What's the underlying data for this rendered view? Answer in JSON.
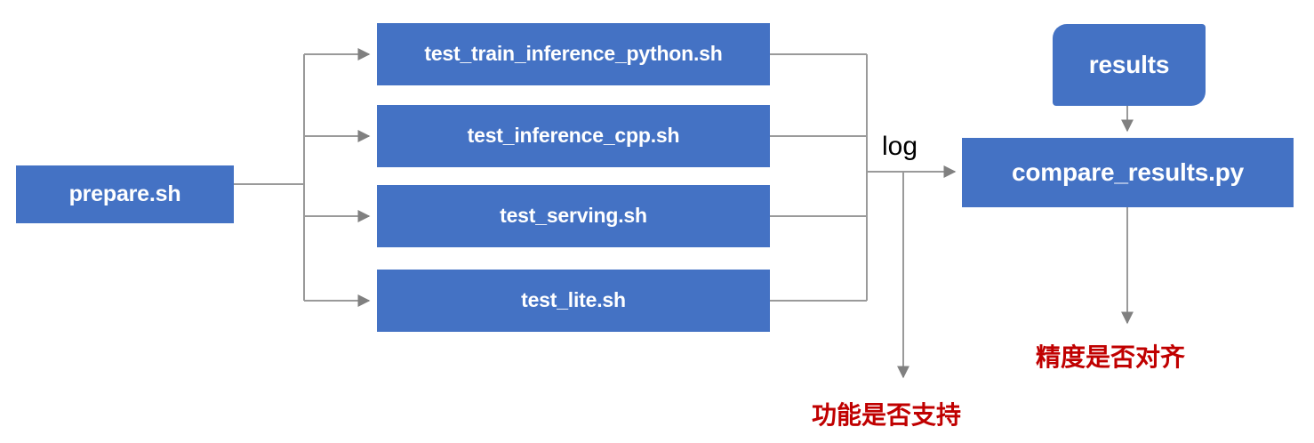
{
  "diagram": {
    "title": "PaddlePaddle TIPC test pipeline flowchart",
    "colors": {
      "node_fill": "#4472C4",
      "node_text": "#FFFFFF",
      "connector": "#9A9A9A",
      "annotation_text": "#C00000",
      "background": "#FFFFFF"
    },
    "nodes": {
      "prepare": {
        "label": "prepare.sh"
      },
      "test_train_inference_python": {
        "label": "test_train_inference_python.sh"
      },
      "test_inference_cpp": {
        "label": "test_inference_cpp.sh"
      },
      "test_serving": {
        "label": "test_serving.sh"
      },
      "test_lite": {
        "label": "test_lite.sh"
      },
      "results": {
        "label": "results"
      },
      "compare_results": {
        "label": "compare_results.py"
      }
    },
    "edge_labels": {
      "log": "log"
    },
    "annotations": {
      "function_support": "功能是否支持",
      "precision_aligned": "精度是否对齐"
    }
  }
}
